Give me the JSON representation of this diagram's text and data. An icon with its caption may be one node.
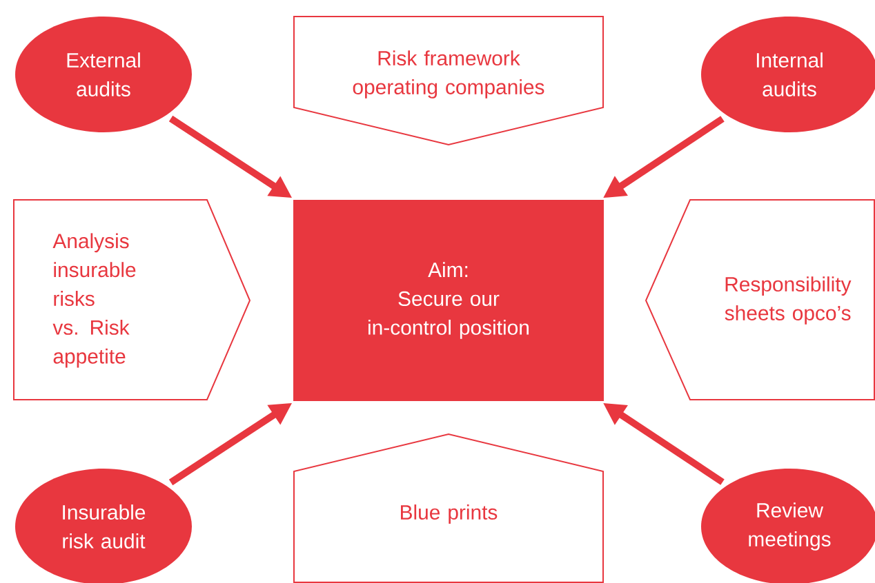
{
  "diagram": {
    "nodes": [
      {
        "text": [
          "External audits"
        ]
      },
      {
        "text": [
          "Risk framework operating companies"
        ]
      },
      {
        "text": [
          "Internal audits"
        ]
      },
      {
        "text": [
          "Analysis insurable risks vs. Risk appetite"
        ]
      },
      {
        "text": [
          "Aim:",
          "Secure our in-control position"
        ]
      },
      {
        "text": [
          "Responsibility sheets opco’s"
        ]
      },
      {
        "text": [
          "Insurable risk audit"
        ]
      },
      {
        "text": [
          "Blue prints"
        ]
      },
      {
        "text": [
          "Review meetings"
        ]
      }
    ],
    "edges": [
      {
        "from": 0,
        "to": 4,
        "arrow": "to"
      },
      {
        "from": 2,
        "to": 4,
        "arrow": "to"
      },
      {
        "from": 6,
        "to": 4,
        "arrow": "to"
      },
      {
        "from": 8,
        "to": 4,
        "arrow": "to"
      }
    ]
  }
}
